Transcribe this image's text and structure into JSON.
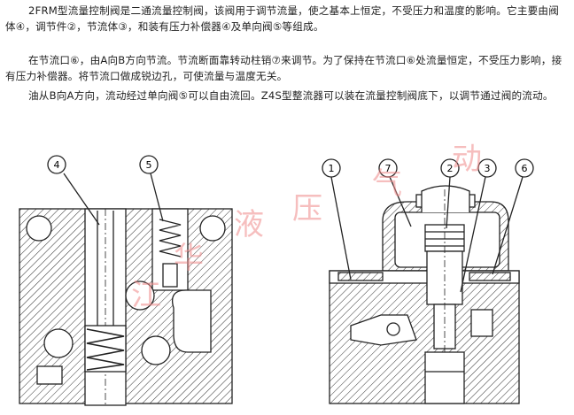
{
  "text": {
    "p1": "2FRM型流量控制阀是二通流量控制阀，该阀用于调节流量，使之基本上恒定，不受压力和温度的影响。它主要由阀体④，调节件②，节流体③，和装有压力补偿器④及单向阀⑤等组成。",
    "p2": "在节流口⑥，由A向B方向节流。节流断面靠转动柱销⑦来调节。为了保持在节流口⑥处流量恒定，不受压力影响，接有压力补偿器。将节流口做成锐边孔，可使流量与温度无关。",
    "p3": "油从B向A方向，流动经过单向阀⑤可以自由流回。Z4S型整流器可以装在流量控制阀底下，以调节通过阀的流动。"
  },
  "callouts_left": [
    "4",
    "5"
  ],
  "callouts_right": [
    "1",
    "7",
    "2",
    "3",
    "6"
  ],
  "watermark": [
    "江",
    "华",
    "液",
    "压",
    "气",
    "动"
  ],
  "colors": {
    "watermark": "#f08a8a",
    "line": "#222222"
  }
}
